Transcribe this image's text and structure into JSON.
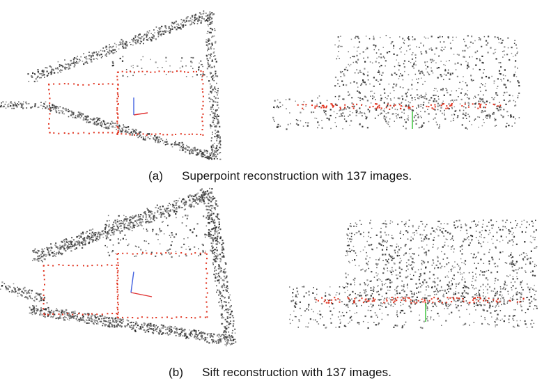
{
  "figure": {
    "panels": [
      {
        "id": "a",
        "label": "(a)",
        "caption": "Superpoint reconstruction with 137 images."
      },
      {
        "id": "b",
        "label": "(b)",
        "caption": "Sift reconstruction with 137 images."
      }
    ],
    "colors": {
      "points_dark": "#3a3a3a",
      "points_mid": "#7a7a7a",
      "camera_path": "#e0321e",
      "axis_x": "#e03030",
      "axis_y": "#30c030",
      "axis_z": "#4060e0"
    }
  }
}
